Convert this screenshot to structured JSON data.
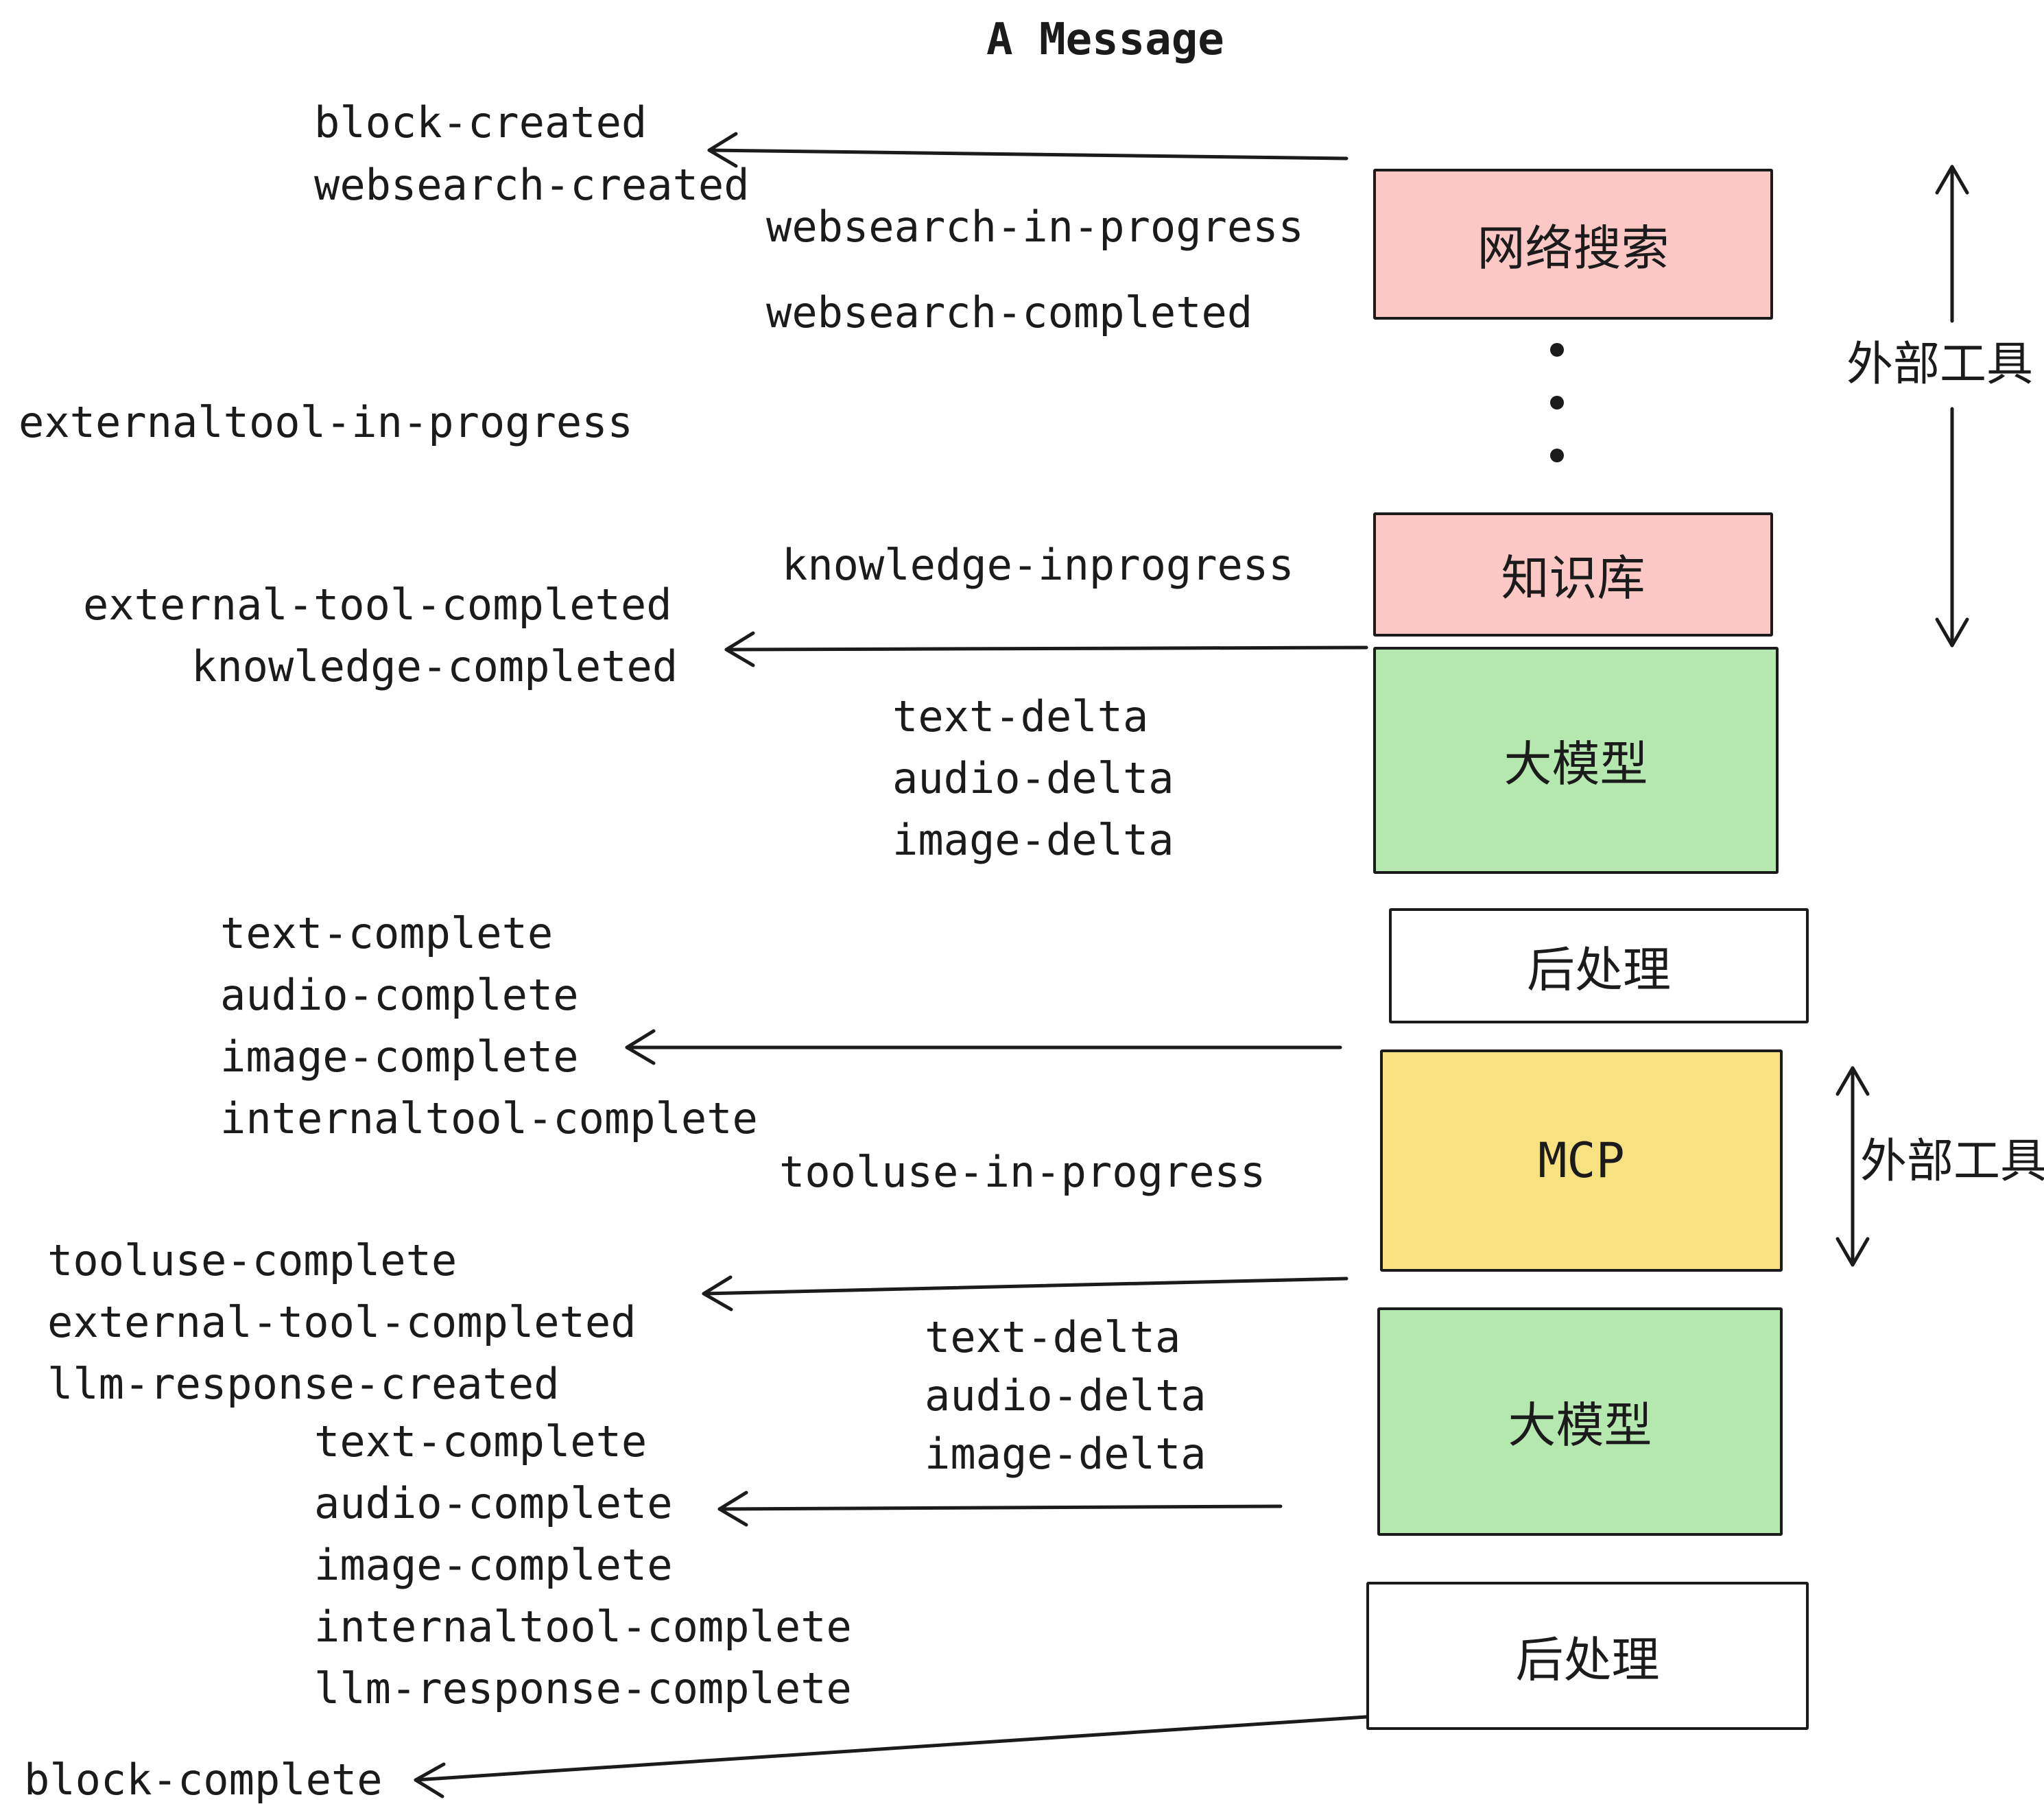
{
  "title": "A Message",
  "labels": {
    "block_created": "block-created",
    "websearch_created": "websearch-created",
    "websearch_in_progress": "websearch-in-progress",
    "websearch_completed": "websearch-completed",
    "externaltool_in_progress": "externaltool-in-progress",
    "knowledge_inprogress": "knowledge-inprogress",
    "external_tool_completed_1": "external-tool-completed",
    "knowledge_completed": "knowledge-completed",
    "text_delta_1": "text-delta",
    "audio_delta_1": "audio-delta",
    "image_delta_1": "image-delta",
    "text_complete_1": "text-complete",
    "audio_complete_1": "audio-complete",
    "image_complete_1": "image-complete",
    "internaltool_complete_1": "internaltool-complete",
    "tooluse_in_progress": "tooluse-in-progress",
    "tooluse_complete": "tooluse-complete",
    "external_tool_completed_2": "external-tool-completed",
    "llm_response_created": "llm-response-created",
    "text_delta_2": "text-delta",
    "audio_delta_2": "audio-delta",
    "image_delta_2": "image-delta",
    "text_complete_2": "text-complete",
    "audio_complete_2": "audio-complete",
    "image_complete_2": "image-complete",
    "internaltool_complete_2": "internaltool-complete",
    "llm_response_complete": "llm-response-complete",
    "block_complete": "block-complete"
  },
  "boxes": {
    "websearch": "网络搜索",
    "knowledge": "知识库",
    "llm_1": "大模型",
    "postprocess_1": "后处理",
    "mcp": "MCP",
    "llm_2": "大模型",
    "postprocess_2": "后处理"
  },
  "annotations": {
    "external_tools_top": "外部工具",
    "external_tools_bottom": "外部工具"
  },
  "colors": {
    "box_pink": "#fbc8c5",
    "box_green": "#b5e8ae",
    "box_yellow": "#f8e27f",
    "box_white": "#ffffff",
    "stroke": "#1b1b1b"
  }
}
